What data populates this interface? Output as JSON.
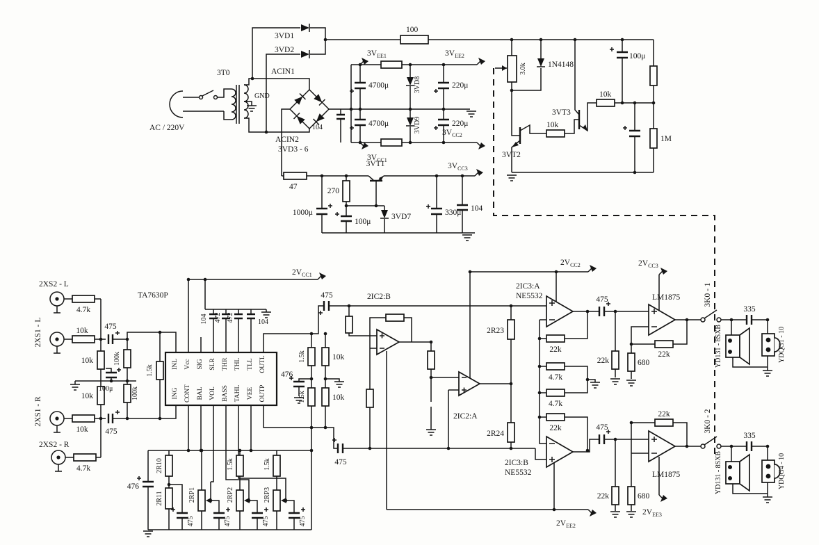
{
  "psu": {
    "ac_input": "AC / 220V",
    "transformer": "3T0",
    "gnd": "GND",
    "acin1": "ACIN1",
    "acin2": "ACIN2",
    "vd1": "3VD1",
    "vd2": "3VD2",
    "bridge": "3VD3 - 6",
    "r_series": "100",
    "c_bridge": "104",
    "c_filter1": "4700μ",
    "c_filter2": "4700μ",
    "vd8": "3VD8",
    "vd9": "3VD9",
    "c_out1": "220μ",
    "c_out2": "220μ",
    "r_in": "47",
    "r_base": "270",
    "vt1": "3VT1",
    "c1000": "1000μ",
    "c100": "100μ",
    "vd7": "3VD7",
    "c330": "330μ",
    "c104": "104",
    "pot": "3.0k",
    "d_prot": "1N4148",
    "c_prot": "100μ",
    "r_prot1": "10k",
    "r_prot2": "10k",
    "vt2": "3VT2",
    "vt3": "3VT3",
    "r_1m": "1M"
  },
  "supplies": {
    "v3ee1": {
      "m": "3V",
      "s": "EE1"
    },
    "v3ee2": {
      "m": "3V",
      "s": "EE2"
    },
    "v3cc1": {
      "m": "3V",
      "s": "CC1"
    },
    "v3cc2": {
      "m": "3V",
      "s": "CC2"
    },
    "v3cc3": {
      "m": "3V",
      "s": "CC3"
    },
    "v2cc1": {
      "m": "2V",
      "s": "CC1"
    },
    "v2cc2": {
      "m": "2V",
      "s": "CC2"
    },
    "v2cc3": {
      "m": "2V",
      "s": "CC3"
    },
    "v2ee2": {
      "m": "2V",
      "s": "EE2"
    },
    "v2ee3": {
      "m": "2V",
      "s": "EE3"
    }
  },
  "inputs": {
    "jack_2xs2_l": "2XS2 - L",
    "r_2xs2_l": "4.7k",
    "jack_2xs1_l": "2XS1 - L",
    "r_2xs1_l": "10k",
    "c_l": "475",
    "r_shunt1": "10k",
    "r_100k_1": "100k",
    "c_100u": "100μ",
    "r_100k_2": "100k",
    "r_shunt2": "10k",
    "jack_2xs1_r": "2XS1 - R",
    "r_2xs1_r": "10k",
    "c_r": "475",
    "jack_2xs2_r": "2XS2 - R",
    "r_2xs2_r": "4.7k"
  },
  "tone_ic": {
    "part": "TA7630P",
    "pins_top": [
      "INL",
      "Vcc",
      "SIG",
      "SLR",
      "THR",
      "THL",
      "TLL",
      "OUTL"
    ],
    "pins_bottom": [
      "ING",
      "CONT",
      "BAL",
      "VOL",
      "BASS",
      "TAHL",
      "VEE",
      "OUTP"
    ],
    "c104_1": "104",
    "c472_1": "472",
    "c472_2": "472",
    "c104_2": "104",
    "r_side": "1.5k"
  },
  "tone_net": {
    "c476_l": "476",
    "r10": "2R10",
    "r11": "2R11",
    "rp1": "2RP1",
    "rp2": "2RP2",
    "rp3": "2RP3",
    "r15_1": "1.5k",
    "r15_2": "1.5k",
    "c1": "475",
    "c2": "475",
    "c3": "475",
    "c4": "475"
  },
  "mid": {
    "c_out_l": "475",
    "c_out_r": "475",
    "r15_a": "1.5k",
    "r15_b": "1.5k",
    "r10_a": "10k",
    "r10_b": "10k",
    "c476": "476",
    "ic2b": "2IC2:B",
    "ic2a": "2IC2:A",
    "r23": "2R23",
    "r24": "2R24"
  },
  "drivers": {
    "ic3a": "2IC3:A",
    "ic3a_part": "NE5532",
    "ic3b": "2IC3:B",
    "ic3b_part": "NE5532",
    "r_fb_a": "22k",
    "r_47_1": "4.7k",
    "r_47_2": "4.7k",
    "r_fb_b": "22k",
    "c_a": "475",
    "c_b": "475"
  },
  "power": {
    "lm_a": "LM1875",
    "lm_b": "LM1875",
    "r_in_a": "22k",
    "r_gnd_a": "680",
    "r_fb_a": "22k",
    "r_in_b": "22k",
    "r_gnd_b": "680",
    "r_fb_b": "22k"
  },
  "output": {
    "sw_a": "3K0 - 1",
    "sw_b": "3K0 - 2",
    "c_a": "335",
    "c_b": "335",
    "woofer_a": "YD131 - 8SXB",
    "tweeter_a": "YDQG1 - 10",
    "woofer_b": "YD131 - 8SXB",
    "tweeter_b": "YDQG4 - 10"
  }
}
